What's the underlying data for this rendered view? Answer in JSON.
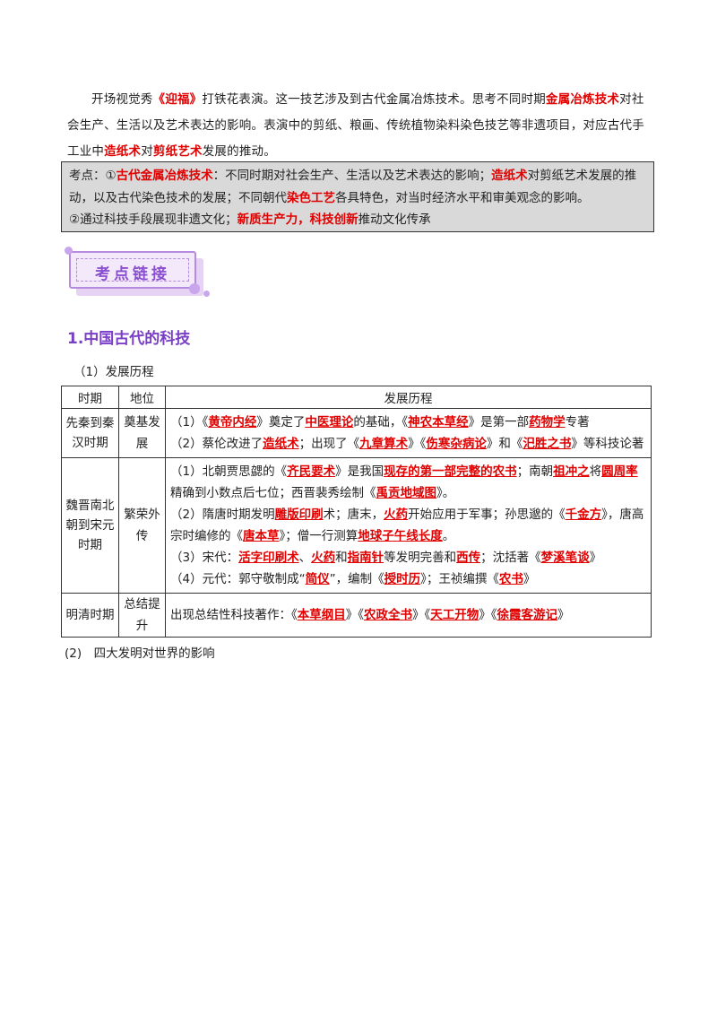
{
  "intro": {
    "p1": "开场视觉秀",
    "h1": "《迎福》",
    "p2": "打铁花表演。这一技艺涉及到古代金属冶炼技术。思考不同时期",
    "h2": "金属冶炼技术",
    "p3": "对社会生产、生活以及艺术表达的影响。表演中的剪纸、粮画、传统植物染料染色技艺等非遗项目，对应古代手工业中",
    "h3": "造纸术",
    "p4": "对",
    "h4": "剪纸艺术",
    "p5": "发展的推动。"
  },
  "kaodian": {
    "l1a": "考点：①",
    "l1b": "古代金属冶炼技术",
    "l1c": "：不同时期对社会生产、生活以及艺术表达的影响；",
    "l1d": "造纸术",
    "l1e": "对剪纸艺术发展的推动，以及古代染色技术的发展；不同朝代",
    "l1f": "染色工艺",
    "l1g": "各具特色，对当时经济水平和审美观念的影响。",
    "l2a": "②通过科技手段展现非遗文化；",
    "l2b": "新质生产力，科技创新",
    "l2c": "推动文化传承"
  },
  "badge": {
    "label": "考点链接"
  },
  "section": {
    "title": "1.中国古代的科技",
    "sub1": "（1）发展历程",
    "sub2": "(2)　四大发明对世界的影响"
  },
  "table": {
    "headers": [
      "时期",
      "地位",
      "发展历程"
    ],
    "r1": {
      "period": "先秦到秦汉时期",
      "status": "奠基发展",
      "a1": "（1）《",
      "a2": "黄帝内经",
      "a3": "》奠定了",
      "a4": "中医理论",
      "a5": "的基础，《",
      "a6": "神农本草经",
      "a7": "》是第一部",
      "a8": "药物学",
      "a9": "专著",
      "b1": "（2）蔡伦改进了",
      "b2": "造纸术",
      "b3": "；出现了《",
      "b4": "九章算术",
      "b5": "》《",
      "b6": "伤寒杂病论",
      "b7": "》和《",
      "b8": "汜胜之书",
      "b9": "》等科技论著"
    },
    "r2": {
      "period": "魏晋南北朝到宋元时期",
      "status": "繁荣外传",
      "a1": "（1）北朝贾思勰的《",
      "a2": "齐民要术",
      "a3": "》是我国",
      "a4": "现存的第一部完整的农书",
      "a5": "；南朝",
      "a6": "祖冲之",
      "a7": "将",
      "a8": "圆周率",
      "a9": "精确到小数点后七位；西晋裴秀绘制《",
      "a10": "禹贡地域图",
      "a11": "》。",
      "b1": "（2）隋唐时期发明",
      "b2": "雕版印刷",
      "b3": "术；唐末，",
      "b4": "火药",
      "b5": "开始应用于军事；孙思邈的《",
      "b6": "千金方",
      "b7": "》，唐高宗时编修的《",
      "b8": "唐本草",
      "b9": "》；僧一行测算",
      "b10": "地球子午线长度",
      "b11": "。",
      "c1": "（3）宋代：",
      "c2": "活字印刷术",
      "c3": "、",
      "c4": "火药",
      "c5": "和",
      "c6": "指南针",
      "c7": "等发明完善和",
      "c8": "西传",
      "c9": "；沈括著《",
      "c10": "梦溪笔谈",
      "c11": "》",
      "d1": "（4）元代：郭守敬制成“",
      "d2": "简仪",
      "d3": "”，编制《",
      "d4": "授时历",
      "d5": "》；王祯编撰《",
      "d6": "农书",
      "d7": "》"
    },
    "r3": {
      "period": "明清时期",
      "status": "总结提升",
      "a1": "出现总结性科技著作：《",
      "a2": "本草纲目",
      "a3": "》《",
      "a4": "农政全书",
      "a5": "》《",
      "a6": "天工开物",
      "a7": "》《",
      "a8": "徐霞客游记",
      "a9": "》"
    }
  }
}
